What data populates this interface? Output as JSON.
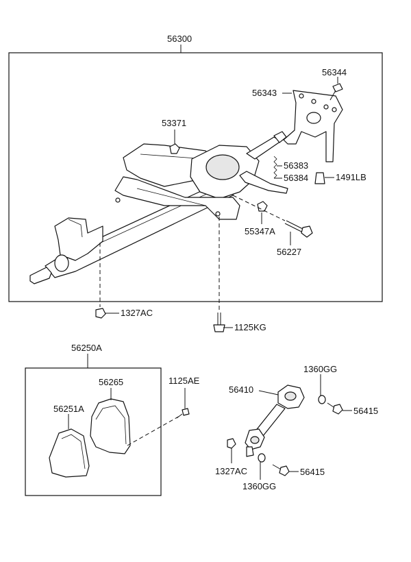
{
  "diagram": {
    "labels": {
      "p56300": "56300",
      "p56344": "56344",
      "p56343": "56343",
      "p53371": "53371",
      "p56383": "56383",
      "p56384": "56384",
      "p1491LB": "1491LB",
      "p55347A": "55347A",
      "p56227": "56227",
      "p1327AC_top": "1327AC",
      "p1125KG": "1125KG",
      "p56250A": "56250A",
      "p56265": "56265",
      "p1125AE": "1125AE",
      "p56251A": "56251A",
      "p1360GG_top": "1360GG",
      "p56410": "56410",
      "p56415_top": "56415",
      "p1327AC_bottom": "1327AC",
      "p56415_bottom": "56415",
      "p1360GG_bottom": "1360GG"
    }
  }
}
